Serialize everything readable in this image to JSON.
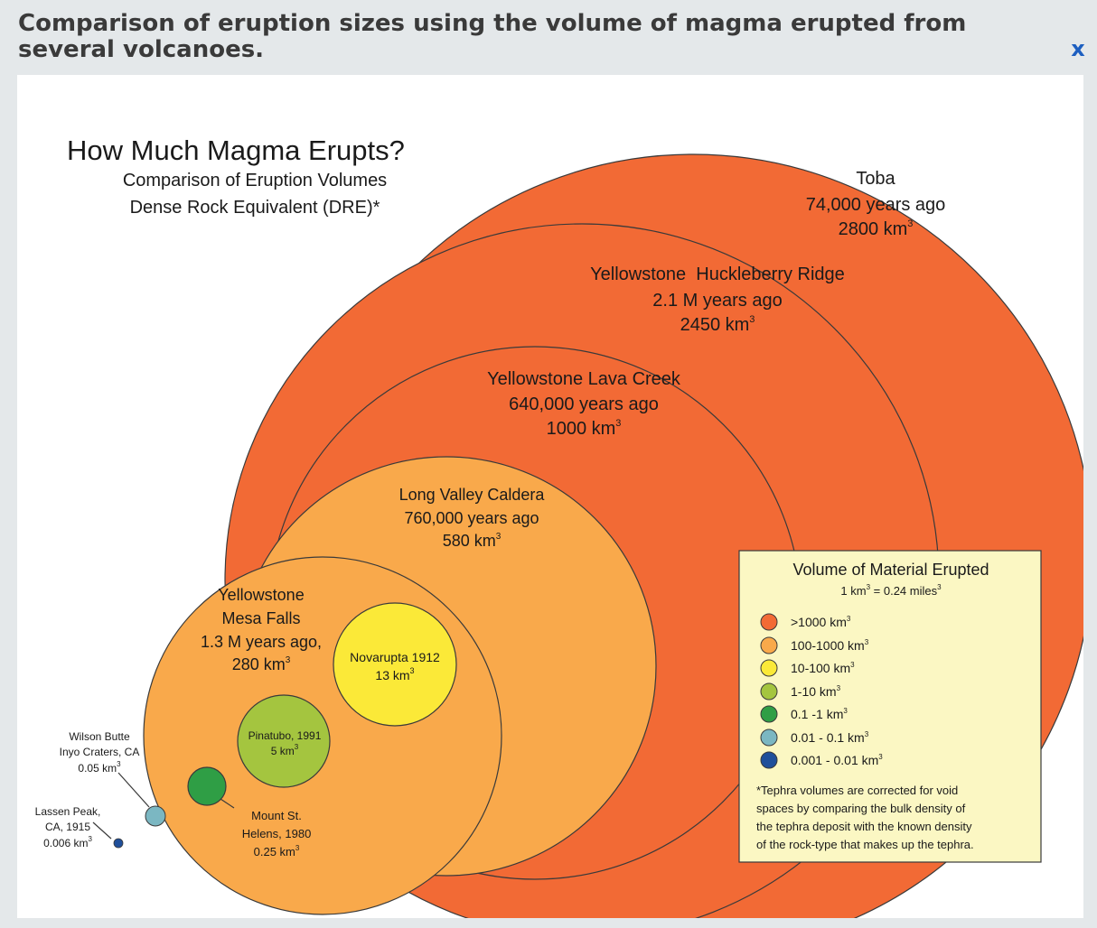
{
  "popup": {
    "title": "Comparison of eruption sizes using the volume of magma erupted from several volcanoes.",
    "close_label": "x"
  },
  "figure": {
    "title": "How Much Magma Erupts?",
    "subtitle_1": "Comparison of Eruption Volumes",
    "subtitle_2": "Dense Rock Equivalent (DRE)*",
    "eruptions": [
      {
        "name": "Toba",
        "age": "74,000 years ago",
        "volume": "2800 km",
        "volume_km3": 2800,
        "color": "#f26a35"
      },
      {
        "name": "Yellowstone  Huckleberry Ridge",
        "age": "2.1 M years ago",
        "volume": "2450 km",
        "volume_km3": 2450,
        "color": "#f26a35"
      },
      {
        "name": "Yellowstone Lava Creek",
        "age": "640,000 years ago",
        "volume": "1000 km",
        "volume_km3": 1000,
        "color": "#f26a35"
      },
      {
        "name": "Long Valley Caldera",
        "age": "760,000 years ago",
        "volume": "580 km",
        "volume_km3": 580,
        "color": "#f9a94b"
      },
      {
        "name_1": "Yellowstone",
        "name_2": "Mesa Falls",
        "age": "1.3 M years ago,",
        "volume": "280 km",
        "volume_km3": 280,
        "color": "#f9a94b"
      },
      {
        "name": "Novarupta 1912",
        "volume": "13 km",
        "volume_km3": 13,
        "color": "#fbe938"
      },
      {
        "name": "Pinatubo, 1991",
        "volume": "5 km",
        "volume_km3": 5,
        "color": "#a4c53f"
      },
      {
        "name_1": "Mount St.",
        "name_2": "Helens, 1980",
        "volume": "0.25 km",
        "volume_km3": 0.25,
        "color": "#2f9e45"
      },
      {
        "name_1": "Wilson Butte",
        "name_2": "Inyo Craters, CA",
        "volume": "0.05 km",
        "volume_km3": 0.05,
        "color": "#7bb7c2"
      },
      {
        "name_1": "Lassen Peak,",
        "name_2": "CA, 1915",
        "volume": "0.006 km",
        "volume_km3": 0.006,
        "color": "#1f4f9a"
      }
    ],
    "superscript": "3",
    "legend": {
      "title": "Volume of Material Erupted",
      "conversion_a": "1 km",
      "conversion_b": " = 0.24 miles",
      "items": [
        {
          "label": "&gt;1000 km",
          "text": ">1000 km",
          "color": "#f26a35"
        },
        {
          "text": "100-1000 km",
          "color": "#f9a94b"
        },
        {
          "text": "10-100 km",
          "color": "#fbe938"
        },
        {
          "text": "1-10 km",
          "color": "#a4c53f"
        },
        {
          "text": "0.1 -1 km",
          "color": "#2f9e45"
        },
        {
          "text": "0.01 - 0.1 km",
          "color": "#7bb7c2"
        },
        {
          "text": "0.001 - 0.01 km",
          "color": "#1f4f9a"
        }
      ],
      "footnote_lines": [
        "*Tephra volumes are corrected for void",
        "spaces by comparing the bulk density of",
        "the tephra deposit with the known density",
        "of the rock-type that makes up the tephra."
      ],
      "background": "#fbf7c3"
    }
  }
}
